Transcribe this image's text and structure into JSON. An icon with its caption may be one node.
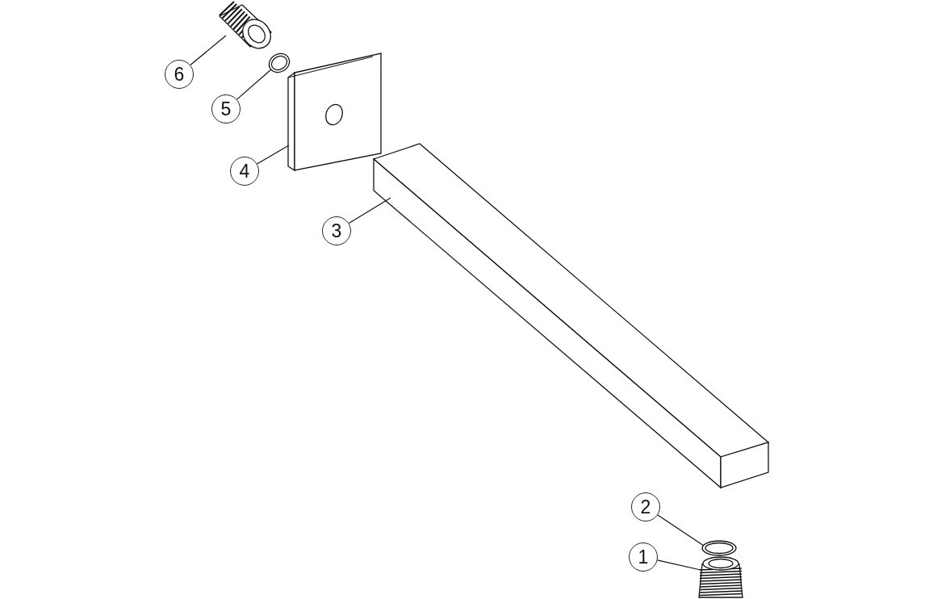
{
  "diagram": {
    "nodes": [
      {
        "text": [
          "6"
        ]
      },
      {
        "text": [
          "5"
        ]
      },
      {
        "text": [
          "4"
        ]
      },
      {
        "text": [
          "3"
        ]
      },
      {
        "text": [
          "2"
        ]
      },
      {
        "text": [
          "1"
        ]
      },
      {
        "text": [],
        "shape": "picture"
      },
      {
        "text": [],
        "shape": "picture"
      },
      {
        "text": [],
        "shape": "picture"
      },
      {
        "text": [],
        "shape": "picture"
      },
      {
        "text": [],
        "shape": "picture"
      },
      {
        "text": [],
        "shape": "picture"
      }
    ],
    "edges": [
      {
        "from": 0,
        "to": 6,
        "arrow": "none"
      },
      {
        "from": 1,
        "to": 7,
        "arrow": "none"
      },
      {
        "from": 2,
        "to": 8,
        "arrow": "none"
      },
      {
        "from": 3,
        "to": 9,
        "arrow": "none"
      },
      {
        "from": 4,
        "to": 10,
        "arrow": "none"
      },
      {
        "from": 5,
        "to": 11,
        "arrow": "none"
      }
    ]
  }
}
